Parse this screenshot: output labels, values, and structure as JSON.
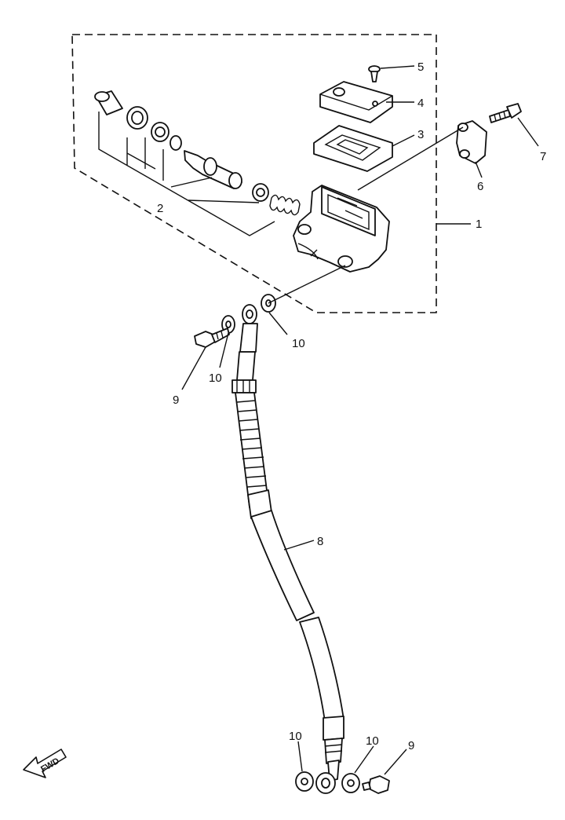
{
  "diagram": {
    "callouts": {
      "c1": "1",
      "c2": "2",
      "c3": "3",
      "c4": "4",
      "c5": "5",
      "c6": "6",
      "c7": "7",
      "c8": "8",
      "c9a": "9",
      "c9b": "9",
      "c10a": "10",
      "c10b": "10",
      "c10c": "10",
      "c10d": "10"
    },
    "direction_arrow": "FWD"
  }
}
